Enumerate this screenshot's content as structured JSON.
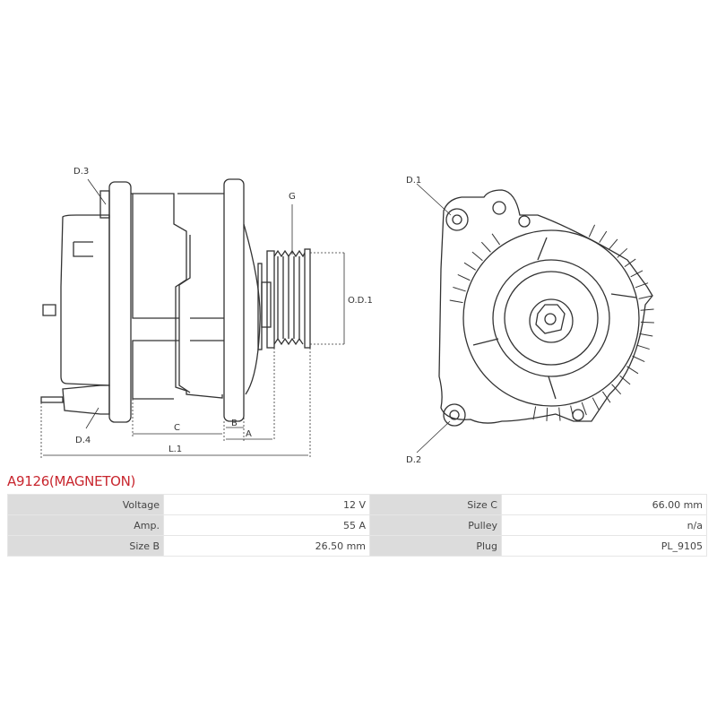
{
  "drawing_labels": {
    "d1": "D.1",
    "d2": "D.2",
    "d3": "D.3",
    "d4": "D.4",
    "g": "G",
    "od1": "O.D.1",
    "a": "A",
    "b": "B",
    "c": "C",
    "l1": "L.1"
  },
  "title": "A9126(MAGNETON)",
  "specs": [
    {
      "label": "Voltage",
      "value": "12 V",
      "label2": "Size C",
      "value2": "66.00 mm"
    },
    {
      "label": "Amp.",
      "value": "55 A",
      "label2": "Pulley",
      "value2": "n/a"
    },
    {
      "label": "Size B",
      "value": "26.50 mm",
      "label2": "Plug",
      "value2": "PL_9105"
    }
  ],
  "colors": {
    "title": "#c8262e",
    "label_bg": "#dcdcdc"
  }
}
